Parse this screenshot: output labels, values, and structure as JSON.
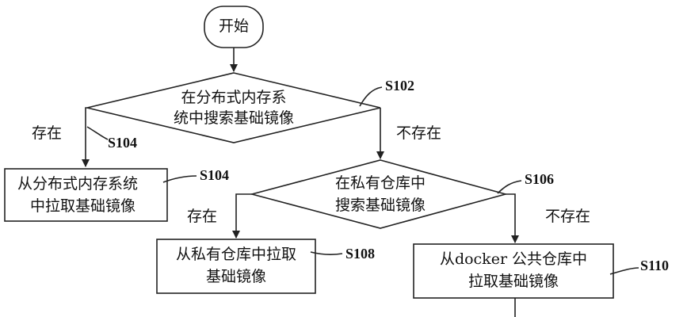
{
  "nodes": {
    "start": "开始",
    "decision1": [
      "在分布式内存系",
      "统中搜索基础镜像"
    ],
    "box_distributed": [
      "从分布式内存系统",
      "中拉取基础镜像"
    ],
    "decision2": [
      "在私有仓库中",
      "搜索基础镜像"
    ],
    "box_private": [
      "从私有仓库中拉取",
      "基础镜像"
    ],
    "box_docker": [
      "从docker 公共仓库中",
      "拉取基础镜像"
    ]
  },
  "edge_labels": {
    "exists_1": "存在",
    "not_exists_1": "不存在",
    "exists_2": "存在",
    "not_exists_2": "不存在"
  },
  "step_labels": {
    "s102": "S102",
    "s104_a": "S104",
    "s104_b": "S104",
    "s106": "S106",
    "s108": "S108",
    "s110": "S110"
  }
}
